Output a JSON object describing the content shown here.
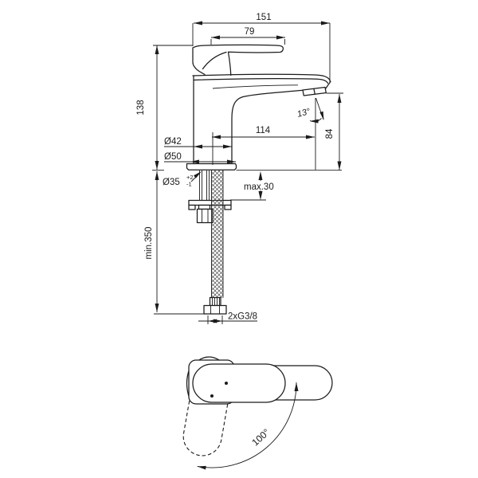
{
  "drawing": {
    "kind": "technical-dimension-drawing",
    "subject": "single-lever basin mixer faucet, side elevation and plan view",
    "colors": {
      "line": "#1b1b1b",
      "background": "#ffffff"
    },
    "dims": {
      "overall_length": "151",
      "handle_length": "79",
      "total_height": "138",
      "spout_reach": "114",
      "outlet_height": "84",
      "body_diameter": "Ø42",
      "base_diameter": "Ø50",
      "hole_diameter": "Ø35",
      "hole_tol_plus": "+2",
      "hole_tol_minus": "-1",
      "max_deck_thickness": "max.30",
      "min_hose_length": "min.350",
      "connection_thread": "2xG3/8",
      "outlet_angle": "13°",
      "handle_swing_angle": "100°"
    }
  }
}
